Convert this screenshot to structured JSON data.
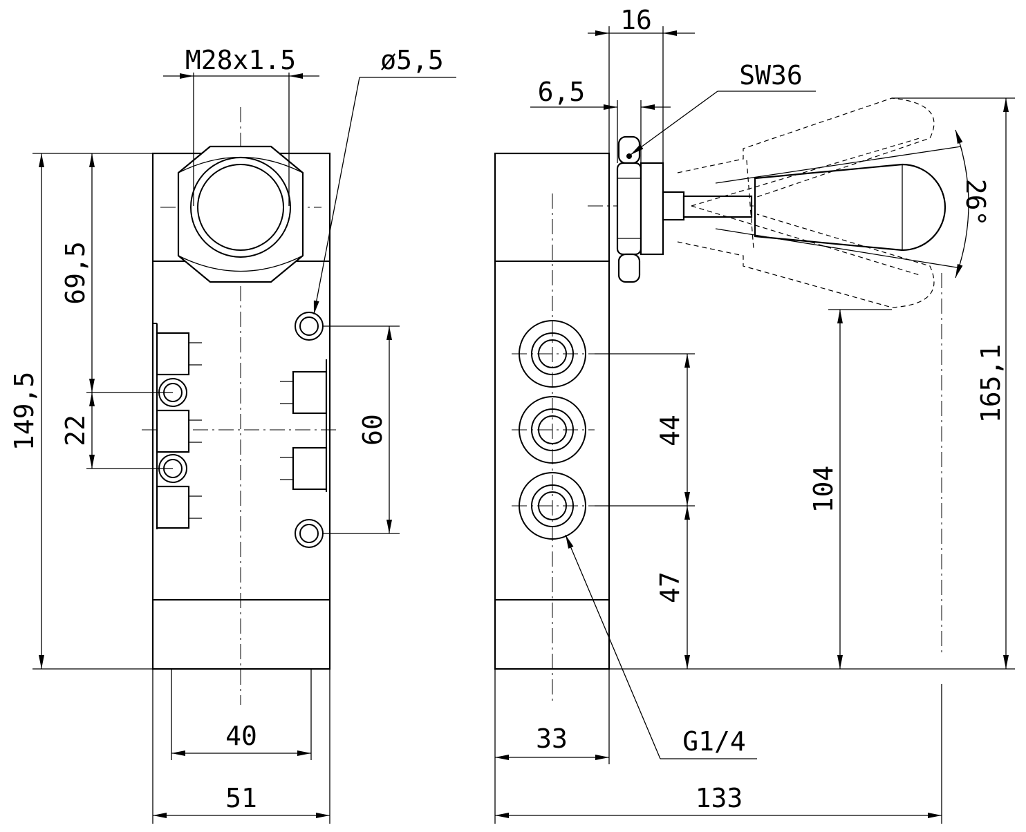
{
  "drawing": {
    "front_view": {
      "thread_label": "M28x1.5",
      "hole_label": "ø5,5",
      "height_total": "149,5",
      "height_upper": "69,5",
      "pitch_small": "22",
      "pitch_holes": "60",
      "width_inner": "40",
      "width_total": "51"
    },
    "side_view": {
      "nut_width": "16",
      "lever_offset": "6,5",
      "wrench_size": "SW36",
      "angle": "26°",
      "height_total": "165,1",
      "height_lever": "104",
      "port_pitch_upper": "44",
      "port_pitch_lower": "47",
      "port_thread": "G1/4",
      "width_body": "33",
      "width_total": "133"
    }
  }
}
